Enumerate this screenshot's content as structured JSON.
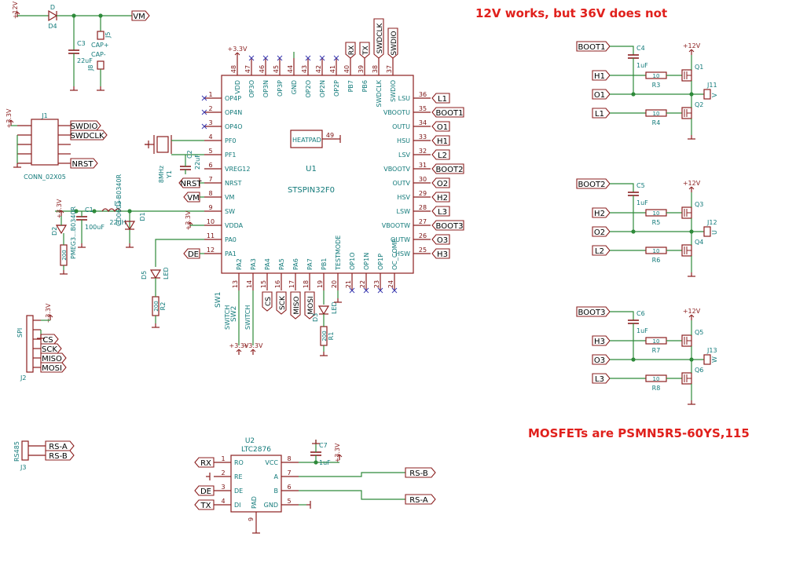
{
  "notes": {
    "top": "12V works, but 36V does not",
    "bottom": "MOSFETs are  PSMN5R5-60YS,115"
  },
  "colors": {
    "wire": "#2e8a3a",
    "symbol": "#8b1f1f",
    "text": "#127a7a",
    "note": "#e0201c",
    "nc": "#3a3ab0"
  },
  "u1": {
    "ref": "U1",
    "value": "STSPIN32F0",
    "pad": "HEATPAD",
    "pad_num": "49",
    "left_pins": [
      {
        "n": "1",
        "name": "OP4P"
      },
      {
        "n": "2",
        "name": "OP4N"
      },
      {
        "n": "3",
        "name": "OP4O"
      },
      {
        "n": "4",
        "name": "PF0"
      },
      {
        "n": "5",
        "name": "PF1"
      },
      {
        "n": "6",
        "name": "VREG12"
      },
      {
        "n": "7",
        "name": "NRST"
      },
      {
        "n": "8",
        "name": "VM"
      },
      {
        "n": "9",
        "name": "SW"
      },
      {
        "n": "10",
        "name": "VDDA"
      },
      {
        "n": "11",
        "name": "PA0"
      },
      {
        "n": "12",
        "name": "PA1"
      }
    ],
    "right_pins": [
      {
        "n": "36",
        "name": "LSU"
      },
      {
        "n": "35",
        "name": "VBOOTU"
      },
      {
        "n": "34",
        "name": "OUTU"
      },
      {
        "n": "33",
        "name": "HSU"
      },
      {
        "n": "32",
        "name": "LSV"
      },
      {
        "n": "31",
        "name": "VBOOTV"
      },
      {
        "n": "30",
        "name": "OUTV"
      },
      {
        "n": "29",
        "name": "HSV"
      },
      {
        "n": "28",
        "name": "LSW"
      },
      {
        "n": "27",
        "name": "VBOOTW"
      },
      {
        "n": "26",
        "name": "OUTW"
      },
      {
        "n": "25",
        "name": "HSW"
      }
    ],
    "top_pins": [
      {
        "n": "48",
        "name": "VDD"
      },
      {
        "n": "47",
        "name": "OP3O"
      },
      {
        "n": "46",
        "name": "OP3N"
      },
      {
        "n": "45",
        "name": "OP3P"
      },
      {
        "n": "44",
        "name": "GND"
      },
      {
        "n": "43",
        "name": "OP2O"
      },
      {
        "n": "42",
        "name": "OP2N"
      },
      {
        "n": "41",
        "name": "OP2P"
      },
      {
        "n": "40",
        "name": "PB7"
      },
      {
        "n": "39",
        "name": "PB6"
      },
      {
        "n": "38",
        "name": "SWDCLK"
      },
      {
        "n": "37",
        "name": "SWDIO"
      }
    ],
    "bottom_pins": [
      {
        "n": "13",
        "name": "PA2"
      },
      {
        "n": "14",
        "name": "PA3"
      },
      {
        "n": "15",
        "name": "PA4"
      },
      {
        "n": "16",
        "name": "PA5"
      },
      {
        "n": "17",
        "name": "PA6"
      },
      {
        "n": "18",
        "name": "PA7"
      },
      {
        "n": "19",
        "name": "PB1"
      },
      {
        "n": "20",
        "name": "TESTMODE"
      },
      {
        "n": "21",
        "name": "OP1O"
      },
      {
        "n": "22",
        "name": "OP1N"
      },
      {
        "n": "23",
        "name": "OP1P"
      },
      {
        "n": "24",
        "name": "OC_COMP"
      }
    ]
  },
  "labels": {
    "vm": "VM",
    "rx": "RX",
    "tx": "TX",
    "swdclk": "SWDCLK",
    "swdio": "SWDIO",
    "nrst": "NRST",
    "de": "DE",
    "cs": "CS",
    "sck": "SCK",
    "miso": "MISO",
    "mosi": "MOSI",
    "rs_a": "RS-A",
    "rs_b": "RS-B",
    "l1": "L1",
    "boot1": "BOOT1",
    "o1": "O1",
    "h1": "H1",
    "l2": "L2",
    "boot2": "BOOT2",
    "o2": "O2",
    "h2": "H2",
    "l3": "L3",
    "boot3": "BOOT3",
    "o3": "O3",
    "h3": "H3",
    "cap_plus": "CAP+",
    "cap_minus": "CAP-"
  },
  "power": {
    "p12": "+12V",
    "p33": "+3.3V"
  },
  "parts": {
    "d4": "D4",
    "d": "D",
    "c3": "C3",
    "c3v": "22uF",
    "j5": "J5",
    "j8": "J8",
    "j1": "J1",
    "j1v": "CONN_02X05",
    "y1": "Y1",
    "y1v": "8MHz",
    "c2": "C2",
    "c2v": "22uF",
    "d2": "D2",
    "d2v": "PMEG3...B0340R",
    "c1": "C1",
    "c1v": "100uF",
    "l1": "L1",
    "l1v": "22uH",
    "d1": "D1",
    "d1v": "CD0603-B0340R",
    "r200": "200",
    "d5": "D5",
    "led": "LED",
    "r2": "R2",
    "sw1": "SW1",
    "sw2": "SW2",
    "switch": "SWITCH",
    "r1": "R1",
    "d3": "D3",
    "j2": "J2",
    "spi": "SPI",
    "r_u2": "U2",
    "u2v": "LTC2876",
    "c7": "C7",
    "c7v": "1uF",
    "j3": "J3",
    "rs485": "RS485",
    "c4": "C4",
    "c5": "C5",
    "c6": "C6",
    "cv": "1uF",
    "r3": "R3",
    "r4": "R4",
    "r5": "R5",
    "r6": "R6",
    "r7": "R7",
    "r8": "R8",
    "rv": "10",
    "q1": "Q1",
    "q2": "Q2",
    "q3": "Q3",
    "q4": "Q4",
    "q5": "Q5",
    "q6": "Q6",
    "j11": "J11",
    "j12": "J12",
    "j13": "J13",
    "u": "U",
    "v": "V",
    "w": "W"
  },
  "u2": {
    "left": [
      {
        "n": "1",
        "name": "RO"
      },
      {
        "n": "2",
        "name": "RE"
      },
      {
        "n": "3",
        "name": "DE"
      },
      {
        "n": "4",
        "name": "DI"
      }
    ],
    "right": [
      {
        "n": "8",
        "name": "VCC"
      },
      {
        "n": "7",
        "name": "A"
      },
      {
        "n": "6",
        "name": "B"
      },
      {
        "n": "5",
        "name": "GND"
      }
    ],
    "pad": "PAD",
    "pad_n": "9"
  }
}
